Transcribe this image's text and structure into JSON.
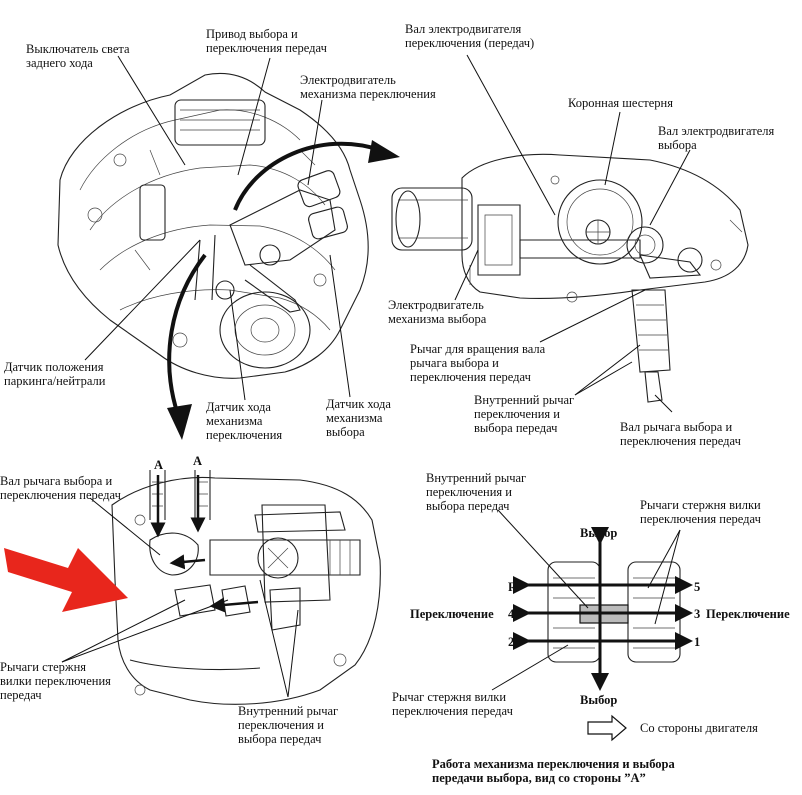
{
  "labels": {
    "reverse_light_switch": "Выключатель света\nзаднего хода",
    "select_shift_drive": "Привод выбора и\nпереключения передач",
    "shift_motor": "Электродвигатель\nмеханизма переключения",
    "shift_motor_shaft": "Вал электродвигателя\nпереключения (передач)",
    "crown_gear": "Коронная шестерня",
    "select_motor_shaft": "Вал электродвигателя\nвыбора",
    "select_motor": "Электродвигатель\nмеханизма выбора",
    "lever_rotation": "Рычаг для вращения вала\nрычага выбора и\nпереключения передач",
    "inner_lever_top": "Внутренний рычаг\nпереключения и\nвыбора передач",
    "lever_shaft_right": "Вал рычага выбора и\nпереключения передач",
    "park_neutral_sensor": "Датчик положения\nпаркинга/нейтрали",
    "shift_stroke_sensor": "Датчик хода\nмеханизма\nпереключения",
    "select_stroke_sensor": "Датчик хода\nмеханизма\nвыбора",
    "lever_shaft_left": "Вал рычага выбора и\nпереключения передач",
    "fork_rod_levers_left": "Рычаги стержня\nвилки переключения\nпередач",
    "inner_lever_bottom": "Внутренний рычаг\nпереключения и\nвыбора передач",
    "inner_lever_pattern": "Внутренний рычаг\nпереключения и\nвыбора передач",
    "fork_rod_levers_right": "Рычаги стержня вилки\nпереключения передач",
    "fork_rod_lever_single": "Рычаг стержня вилки\nпереключения передач",
    "from_engine_side": "Со стороны двигателя",
    "caption": "Работа механизма переключения и выбора\nпередачи выбора, вид со стороны ”А”"
  },
  "view_markers": [
    "A",
    "A"
  ],
  "pattern": {
    "select_top": "Выбор",
    "select_bottom": "Выбор",
    "shift_left": "Переключение",
    "shift_right": "Переключение",
    "gear_r": "R",
    "gear_2": "2",
    "gear_4": "4",
    "gear_5": "5",
    "gear_3": "3",
    "gear_1": "1"
  },
  "colors": {
    "pointer_arrow": "#e8261c",
    "ink": "#111111"
  }
}
